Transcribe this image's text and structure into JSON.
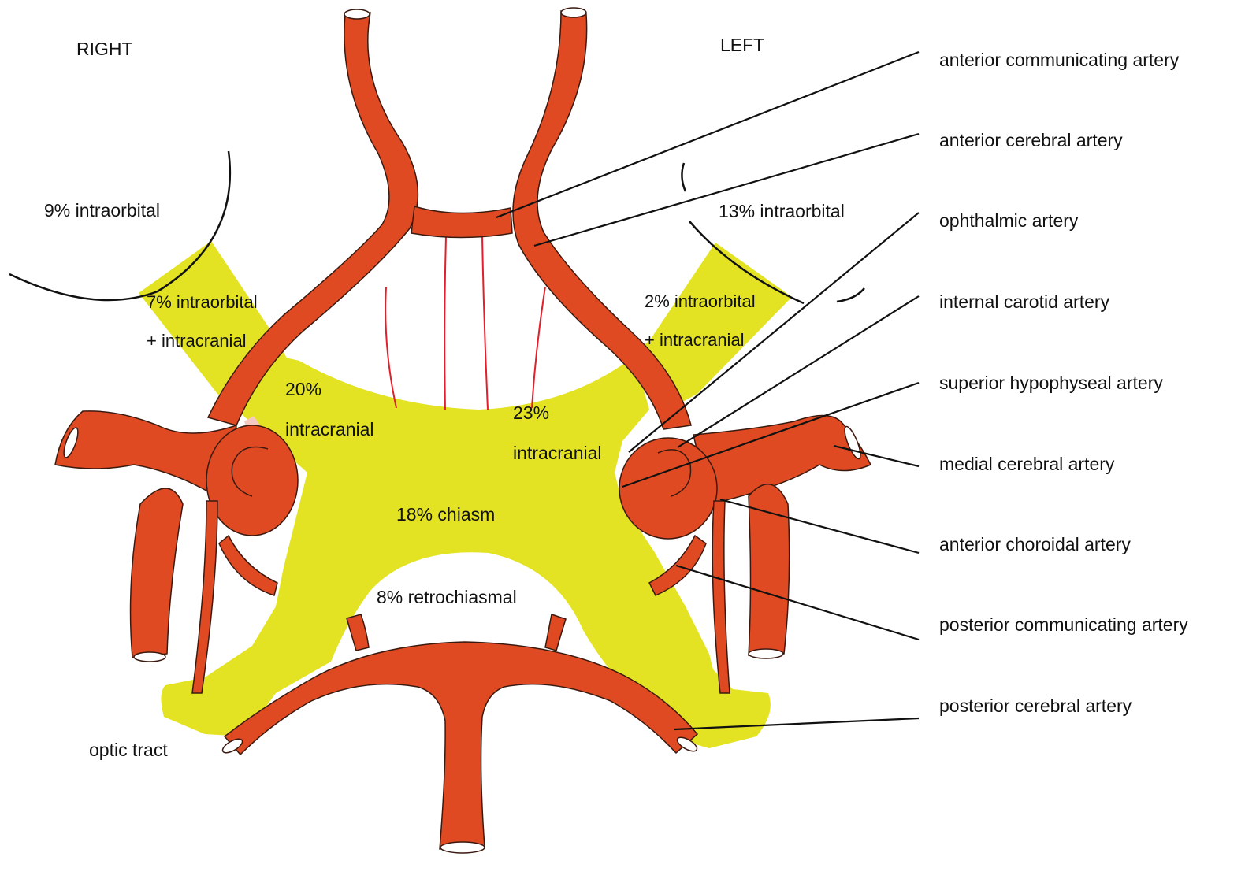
{
  "side_labels": {
    "right": "RIGHT",
    "left": "LEFT"
  },
  "region_labels": {
    "right_intraorbital": "9% intraorbital",
    "left_intraorbital": "13% intraorbital",
    "right_canal_line1": "7% intraorbital",
    "right_canal_line2": "+ intracranial",
    "left_canal_line1": "2% intraorbital",
    "left_canal_line2": "+ intracranial",
    "right_intracranial_pct": "20%",
    "right_intracranial_word": "intracranial",
    "left_intracranial_pct": "23%",
    "left_intracranial_word": "intracranial",
    "chiasm": "18% chiasm",
    "retrochiasmal": "8% retrochiasmal",
    "optic_tract": "optic tract"
  },
  "artery_labels": [
    "anterior communicating artery",
    "anterior cerebral artery",
    "ophthalmic artery",
    "internal carotid artery",
    "superior hypophyseal artery",
    "medial cerebral artery",
    "anterior choroidal artery",
    "posterior communicating artery",
    "posterior cerebral artery"
  ],
  "colors": {
    "artery": "#e04a22",
    "nerve": "#e3e323",
    "artery_outline": "#3a1a10",
    "perforator": "#e0202a",
    "leader_line": "#111111"
  }
}
